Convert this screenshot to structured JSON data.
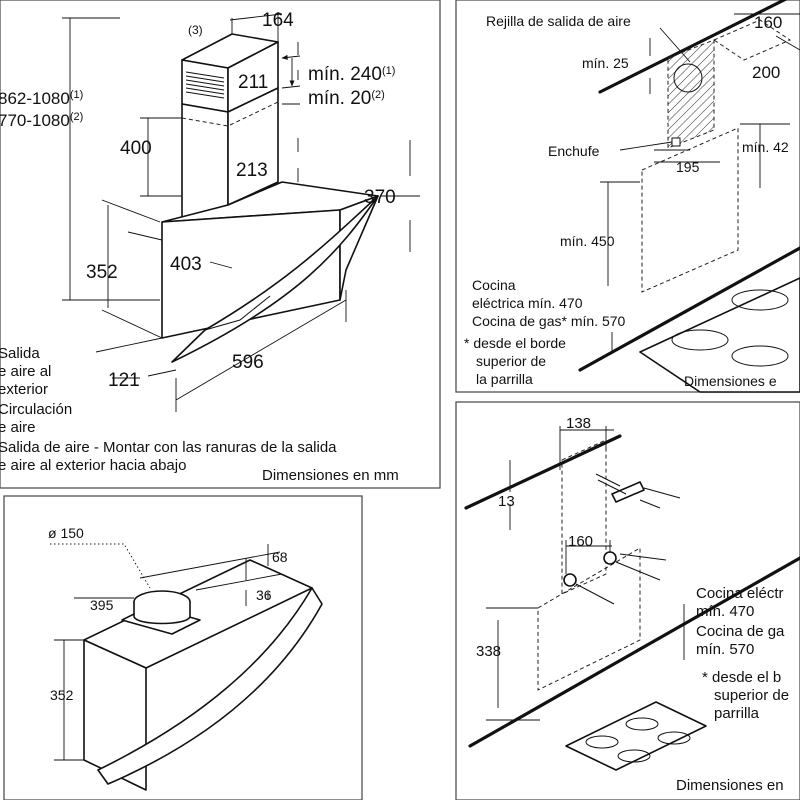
{
  "panel_top_left": {
    "callout_3": "(3)",
    "dim_164": "164",
    "dim_211": "211",
    "dim_213": "213",
    "dim_400": "400",
    "min_240": "mín. 240",
    "min_240_note": "(1)",
    "min_20": "mín. 20",
    "min_20_note": "(2)",
    "height_range_1": "862-1080",
    "height_range_1_note": "(1)",
    "height_range_2": "770-1080",
    "height_range_2_note": "(2)",
    "dim_370": "370",
    "dim_352": "352",
    "dim_403": "403",
    "dim_596": "596",
    "dim_121": "121",
    "legend_lines": [
      "Salida",
      "e aire al",
      "exterior",
      "Circulación",
      "e aire",
      "Salida de aire - Montar con las ranuras de la salida",
      "e aire al exterior hacia abajo"
    ],
    "units": "Dimensiones en mm"
  },
  "panel_top_right": {
    "grille_label": "Rejilla de salida de aire",
    "dim_160": "160",
    "dim_200": "200",
    "min_25": "mín. 25",
    "socket_label": "Enchufe",
    "dim_195": "195",
    "min_42": "mín. 42",
    "min_450": "mín. 450",
    "cooktop_lines": [
      "Cocina",
      "eléctrica mín. 470",
      "Cocina de gas* mín. 570"
    ],
    "note_lines": [
      "* desde el borde",
      "superior de",
      "la parrilla"
    ],
    "units": "Dimensiones e"
  },
  "panel_bottom_left": {
    "diameter": "ø 150",
    "dim_68": "68",
    "dim_395": "395",
    "dim_36": "36",
    "dim_352": "352"
  },
  "panel_bottom_right": {
    "dim_138": "138",
    "dim_13": "13",
    "dim_160": "160",
    "dim_338": "338",
    "cooktop_lines": [
      "Cocina eléctr",
      "mín. 470",
      "Cocina de ga",
      "mín. 570"
    ],
    "note_lines": [
      "* desde el b",
      "superior de",
      "parrilla"
    ],
    "units": "Dimensiones en"
  }
}
